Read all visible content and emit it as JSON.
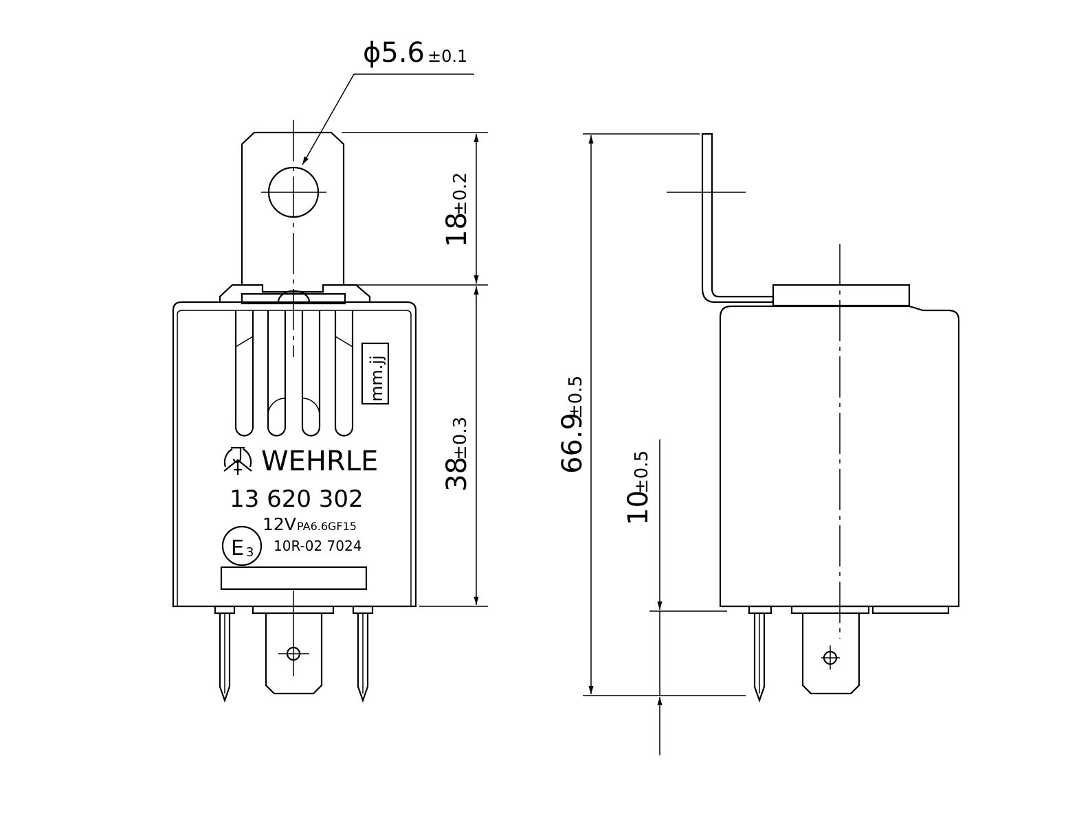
{
  "front_view": {
    "hole_diameter_label": "ϕ5.6",
    "hole_diameter_tol": "±0.1",
    "tab_height": "18",
    "tab_height_tol": "±0.2",
    "body_height": "38",
    "body_height_tol": "±0.3",
    "date_code_box": "mm.jj",
    "brand": "WEHRLE",
    "part_number": "13 620 302",
    "voltage": "12V",
    "material": "PA6.6GF15",
    "approval_mark": "E3",
    "approval_mark_letter": "E",
    "approval_mark_num": "3",
    "approval_number": "10R-02 7024"
  },
  "side_view": {
    "total_height": "66.9",
    "total_height_tol": "±0.5",
    "pin_length": "10",
    "pin_length_tol": "±0.5"
  }
}
